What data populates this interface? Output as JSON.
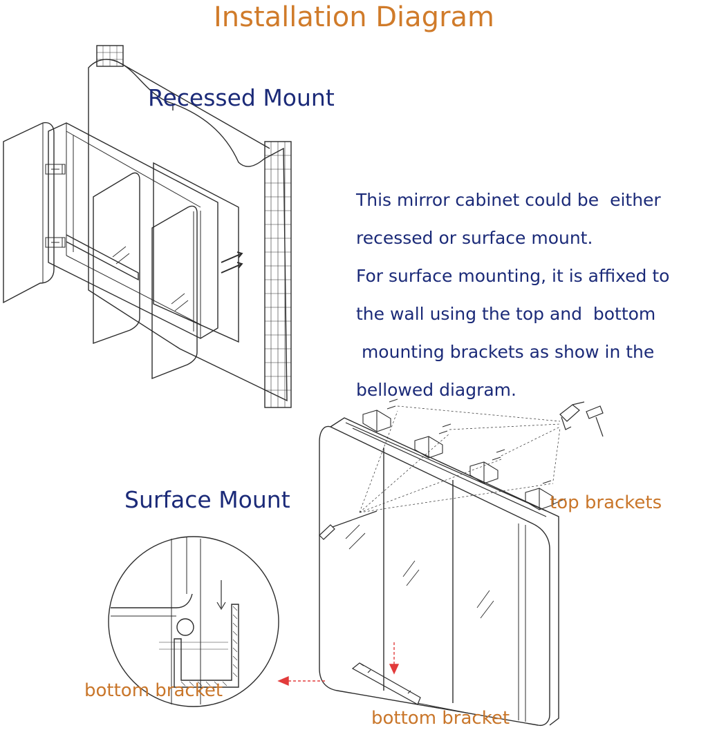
{
  "colors": {
    "title": "#d07b2a",
    "heading": "#1b2a78",
    "body": "#1b2a78",
    "label": "#c9762a",
    "arrow": "#e23b3b",
    "line": "#2b2b2b"
  },
  "title": "Installation Diagram",
  "recessed": {
    "heading": "Recessed Mount"
  },
  "description": {
    "lines": [
      "This mirror cabinet could be  either",
      "recessed or surface mount.",
      "For surface mounting, it is affixed to",
      "the wall using the top and  bottom",
      " mounting brackets as show in the",
      "bellowed diagram."
    ]
  },
  "surface": {
    "heading": "Surface Mount",
    "top_label": "top brackets",
    "detail_label": "bottom bracket",
    "bottom_label": "bottom bracket"
  }
}
